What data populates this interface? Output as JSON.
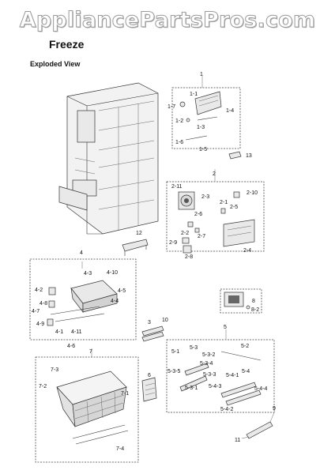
{
  "watermark": "AppliancePartsPros.com",
  "title": "Freeze",
  "subtitle": "Exploded View",
  "callouts": {
    "c1": "1",
    "c1_1": "1-1",
    "c1_2": "1-2",
    "c1_3": "1-3",
    "c1_4": "1-4",
    "c1_5": "1-5",
    "c1_6": "1-6",
    "c1_7": "1-7",
    "c13": "13",
    "c2": "2",
    "c2_1": "2-1",
    "c2_2": "2-2",
    "c2_3": "2-3",
    "c2_4": "2-4",
    "c2_5": "2-5",
    "c2_6": "2-6",
    "c2_7": "2-7",
    "c2_8": "2-8",
    "c2_9": "2-9",
    "c2_10": "2-10",
    "c2_11": "2-11",
    "c12": "12",
    "c4": "4",
    "c4_1": "4-1",
    "c4_2": "4-2",
    "c4_3": "4-3",
    "c4_4": "4-4",
    "c4_5": "4-5",
    "c4_6": "4-6",
    "c4_7": "4-7",
    "c4_8": "4-8",
    "c4_9": "4-9",
    "c4_10": "4-10",
    "c4_11": "4-11",
    "c8": "8",
    "c8_2": "8-2",
    "c3": "3",
    "c10": "10",
    "c5": "5",
    "c5_1": "5-1",
    "c5_2": "5-2",
    "c5_3": "5-3",
    "c5_3_1": "5-3-1",
    "c5_3_2": "5-3-2",
    "c5_3_3": "5-3-3",
    "c5_3_4": "5-3-4",
    "c5_3_5": "5-3-5",
    "c5_4": "5-4",
    "c5_4_1": "5-4-1",
    "c5_4_2": "5-4-2",
    "c5_4_3": "5-4-3",
    "c5_4_4": "5-4-4",
    "c7": "7",
    "c7_1": "7-1",
    "c7_2": "7-2",
    "c7_3": "7-3",
    "c7_4": "7-4",
    "c6": "6",
    "c9": "9",
    "c11": "11"
  }
}
